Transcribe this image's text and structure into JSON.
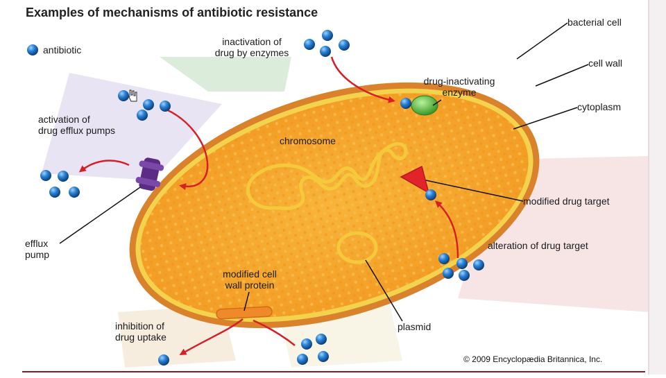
{
  "title": "Examples of mechanisms of antibiotic resistance",
  "legend": {
    "antibiotic_label": "antibiotic"
  },
  "labels": {
    "inactivation": [
      "inactivation of",
      "drug by enzymes"
    ],
    "bacterial_cell": "bacterial cell",
    "cell_wall": "cell wall",
    "drug_inactivating_enzyme": [
      "drug-inactivating",
      "enzyme"
    ],
    "cytoplasm": "cytoplasm",
    "activation_efflux": [
      "activation of",
      "drug efflux pumps"
    ],
    "chromosome": "chromosome",
    "modified_drug_target": "modified drug target",
    "efflux_pump": [
      "efflux",
      "pump"
    ],
    "alteration_target": "alteration of drug target",
    "modified_cell_wall_protein": [
      "modified cell",
      "wall protein"
    ],
    "inhibition_uptake": [
      "inhibition of",
      "drug uptake"
    ],
    "plasmid": "plasmid"
  },
  "credit": "© 2009 Encyclopædia Britannica, Inc.",
  "colors": {
    "cytoplasm": "#f6a528",
    "cell_wall_outer": "#d9822b",
    "cell_wall_inner": "#f3d24e",
    "chromosome": "#f0c63c",
    "antibiotic": "#1b6fc4",
    "arrow": "#d61f26",
    "efflux_pump": "#5b2b86",
    "enzyme": "#3fae2a",
    "modified_target": "#e0242a",
    "wall_protein": "#ee8a2a"
  }
}
